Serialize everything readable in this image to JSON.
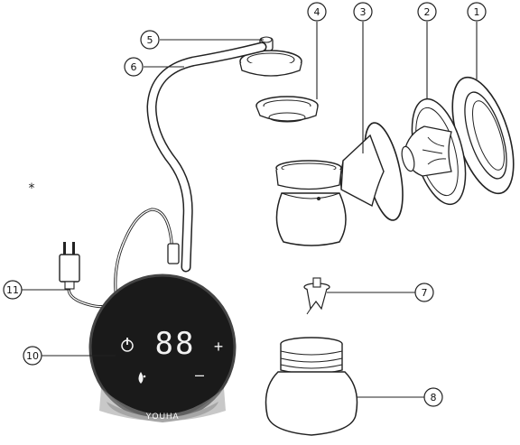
{
  "callouts": [
    {
      "id": "1",
      "label": "1"
    },
    {
      "id": "2",
      "label": "2"
    },
    {
      "id": "3",
      "label": "3"
    },
    {
      "id": "4",
      "label": "4"
    },
    {
      "id": "5",
      "label": "5"
    },
    {
      "id": "6",
      "label": "6"
    },
    {
      "id": "7",
      "label": "7"
    },
    {
      "id": "8",
      "label": "8"
    },
    {
      "id": "10",
      "label": "10"
    },
    {
      "id": "11",
      "label": "11"
    }
  ],
  "asterisk": "*",
  "display": {
    "digits": "88",
    "power_icon": "power-icon",
    "plus": "+",
    "minus": "–",
    "mode_icon": "droplet-icon",
    "brand": "YOUHA"
  },
  "colors": {
    "line": "#222222",
    "panel": "#1a1a1a",
    "panel_rim": "#444444",
    "panel_foot": "#9a9a9a",
    "display_text": "#f2f2f2"
  }
}
